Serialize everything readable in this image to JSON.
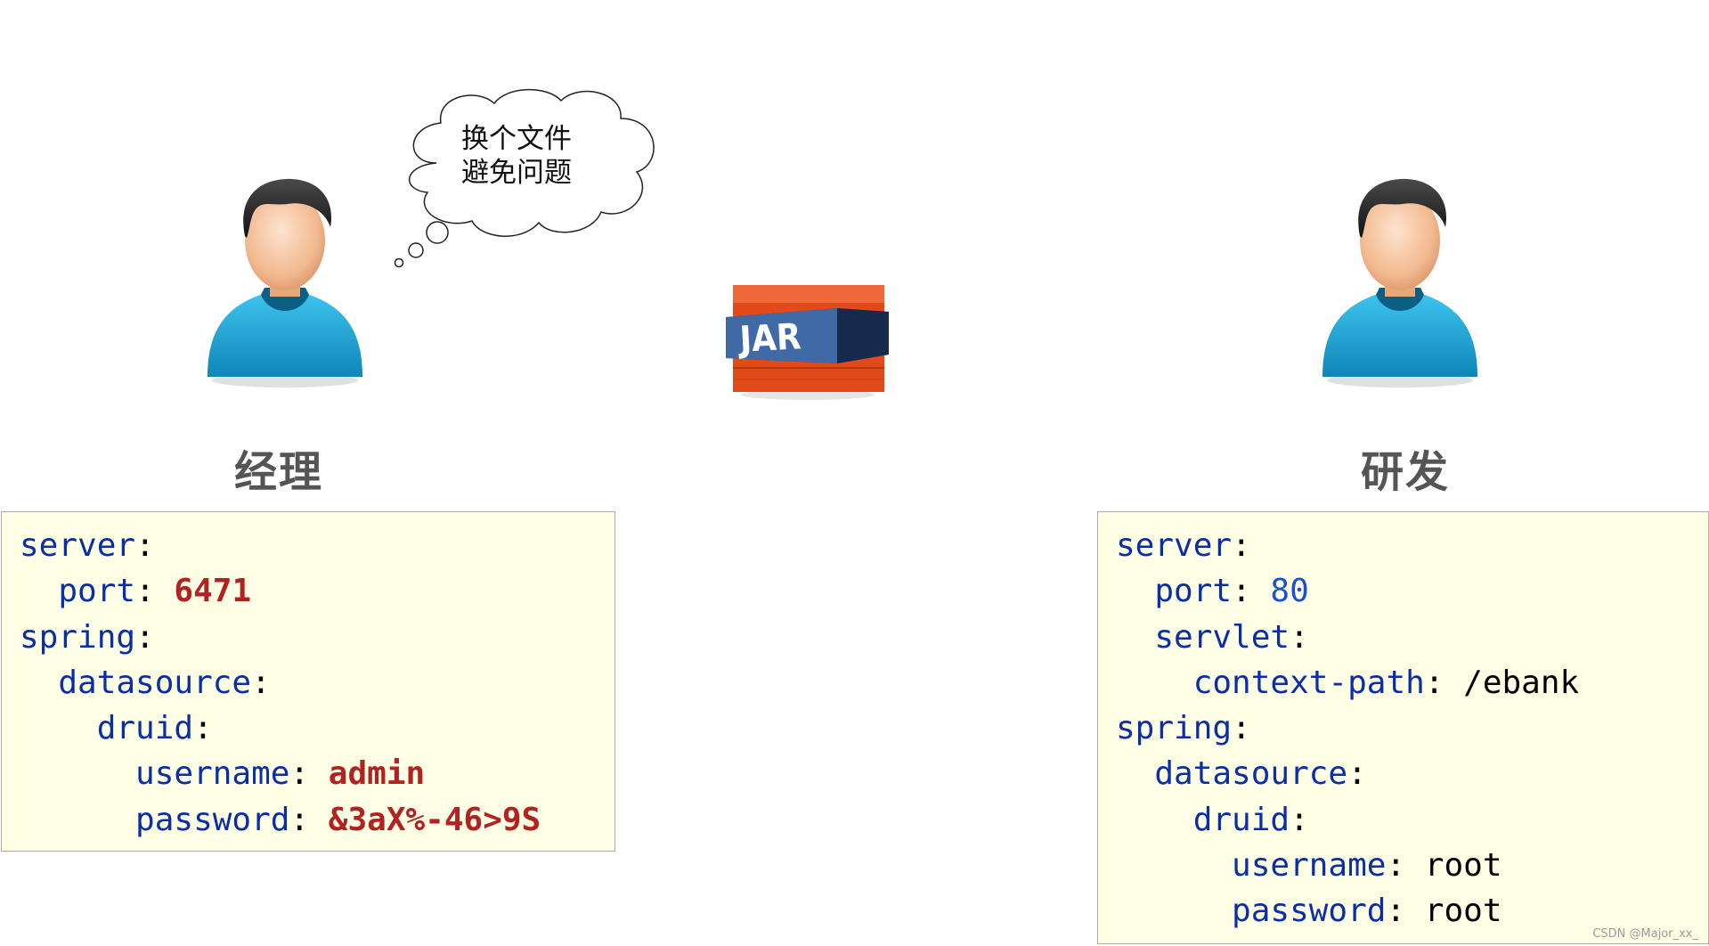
{
  "thought_bubble": {
    "line1": "换个文件",
    "line2": "避免问题"
  },
  "jar_label": "JAR",
  "left": {
    "role": "经理",
    "config": {
      "l1": {
        "key": "server",
        "sep": ":"
      },
      "l2": {
        "key": "port",
        "sep": ": ",
        "value": "6471"
      },
      "l3": {
        "key": "spring",
        "sep": ":"
      },
      "l4": {
        "key": "datasource",
        "sep": ":"
      },
      "l5": {
        "key": "druid",
        "sep": ":"
      },
      "l6": {
        "key": "username",
        "sep": ": ",
        "value": "admin"
      },
      "l7": {
        "key": "password",
        "sep": ": ",
        "value": "&3aX%-46>9S"
      }
    }
  },
  "right": {
    "role": "研发",
    "config": {
      "l1": {
        "key": "server",
        "sep": ":"
      },
      "l2": {
        "key": "port",
        "sep": ": ",
        "value": "80"
      },
      "l3": {
        "key": "servlet",
        "sep": ":"
      },
      "l4": {
        "key": "context-path",
        "sep": ": ",
        "value": "/ebank"
      },
      "l5": {
        "key": "spring",
        "sep": ":"
      },
      "l6": {
        "key": "datasource",
        "sep": ":"
      },
      "l7": {
        "key": "druid",
        "sep": ":"
      },
      "l8": {
        "key": "username",
        "sep": ": ",
        "value": "root"
      },
      "l9": {
        "key": "password",
        "sep": ": ",
        "value": "root"
      }
    }
  },
  "watermark": "CSDN @Major_xx_",
  "colors": {
    "key_blue": "#0a2ea8",
    "value_red": "#b22222",
    "value_blue": "#1a4fd1",
    "code_bg": "#ffffe6",
    "shirt": "#1ba7d6",
    "jar_orange": "#e24a1a",
    "jar_band": "#1e3a66"
  },
  "icons": [
    "manager-avatar-icon",
    "thought-cloud-icon",
    "jar-file-icon",
    "developer-avatar-icon"
  ]
}
